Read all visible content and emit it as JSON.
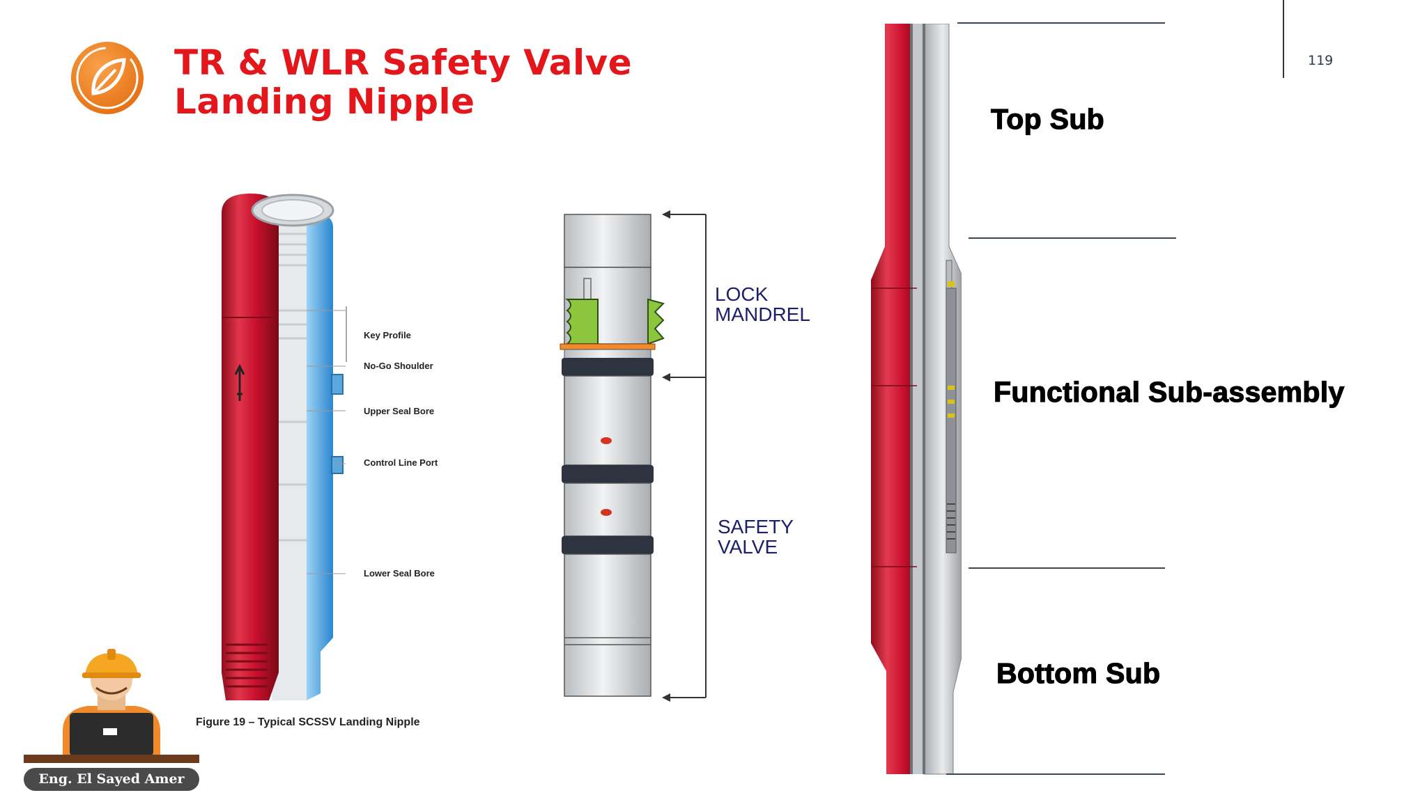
{
  "slide": {
    "title": "TR & WLR Safety Valve Landing Nipple",
    "page_number": "119",
    "logo": "leaf-logo-icon",
    "author": "Eng. El Sayed Amer"
  },
  "landing_nipple_figure": {
    "callouts": [
      "Key Profile",
      "No-Go Shoulder",
      "Upper Seal Bore",
      "Control Line Port",
      "Lower Seal Bore"
    ],
    "caption": "Figure 19 – Typical SCSSV Landing Nipple"
  },
  "valve_figure": {
    "lock_mandrel": [
      "LOCK",
      "MANDREL"
    ],
    "safety_valve": [
      "SAFETY",
      "VALVE"
    ]
  },
  "assembly_figure": {
    "labels": [
      "Top Sub",
      "Functional Sub-assembly",
      "Bottom Sub"
    ]
  },
  "colors": {
    "title": "#e3161b",
    "pipe_red": "#c8102e",
    "bore_blue": "#3a9de0",
    "label_navy": "#1b1f6b",
    "logo_orange": "#f08a2a"
  }
}
